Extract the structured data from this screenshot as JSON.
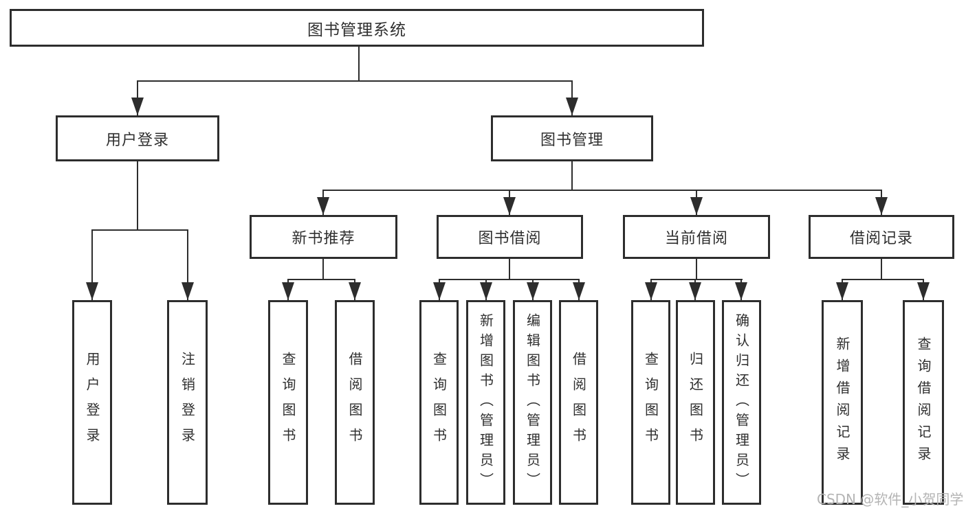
{
  "colors": {
    "line": "#2d2d2d",
    "text": "#2f2f2f",
    "watermark": "#b4b4b4",
    "bg": "#ffffff"
  },
  "tree": {
    "root": {
      "label": "图书管理系统"
    },
    "branches": [
      {
        "label": "用户登录",
        "children": [
          {
            "label": "用户登录"
          },
          {
            "label": "注销登录"
          }
        ]
      },
      {
        "label": "图书管理",
        "children": [
          {
            "label": "新书推荐",
            "children": [
              {
                "label": "查询图书"
              },
              {
                "label": "借阅图书"
              }
            ]
          },
          {
            "label": "图书借阅",
            "children": [
              {
                "label": "查询图书"
              },
              {
                "label": "新增图书（管理员）"
              },
              {
                "label": "编辑图书（管理员）"
              },
              {
                "label": "借阅图书"
              }
            ]
          },
          {
            "label": "当前借阅",
            "children": [
              {
                "label": "查询图书"
              },
              {
                "label": "归还图书"
              },
              {
                "label": "确认归还（管理员）"
              }
            ]
          },
          {
            "label": "借阅记录",
            "children": [
              {
                "label": "新增借阅记录"
              },
              {
                "label": "查询借阅记录"
              }
            ]
          }
        ]
      }
    ]
  },
  "watermark": {
    "label": "CSDN @软件_小贺同学"
  }
}
